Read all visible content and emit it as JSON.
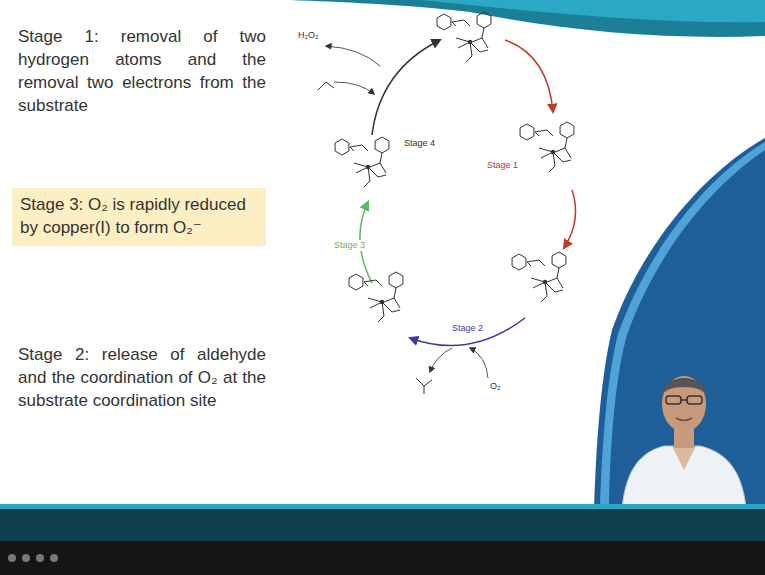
{
  "diagram": {
    "nodes": [
      {
        "text": [
          "Stage 3: O₂ is rapidly reduced by copper(I) to form O₂⁻"
        ]
      }
    ],
    "labels": [
      "Stage 1: removal of two hydrogen atoms and the removal two electrons from the substrate",
      "Stage 2: release of aldehyde and the coordination of O₂ at the substrate coordination site",
      "Stage 4",
      "Stage 1",
      "Stage 2",
      "Stage 3",
      "H₂O₂",
      "O₂"
    ]
  }
}
